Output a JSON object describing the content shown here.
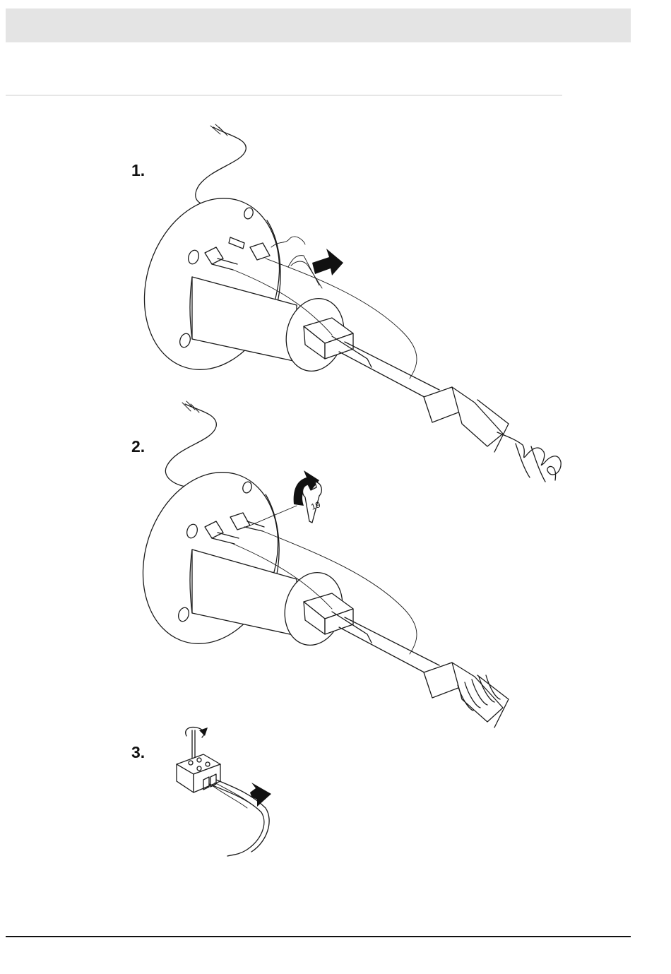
{
  "steps": [
    {
      "label": "1."
    },
    {
      "label": "2."
    },
    {
      "label": "3."
    }
  ],
  "wrench_size": "19",
  "icons": [
    "push-arrow-icon",
    "rotate-arrow-icon",
    "wrench-icon",
    "screwdriver-icon"
  ]
}
